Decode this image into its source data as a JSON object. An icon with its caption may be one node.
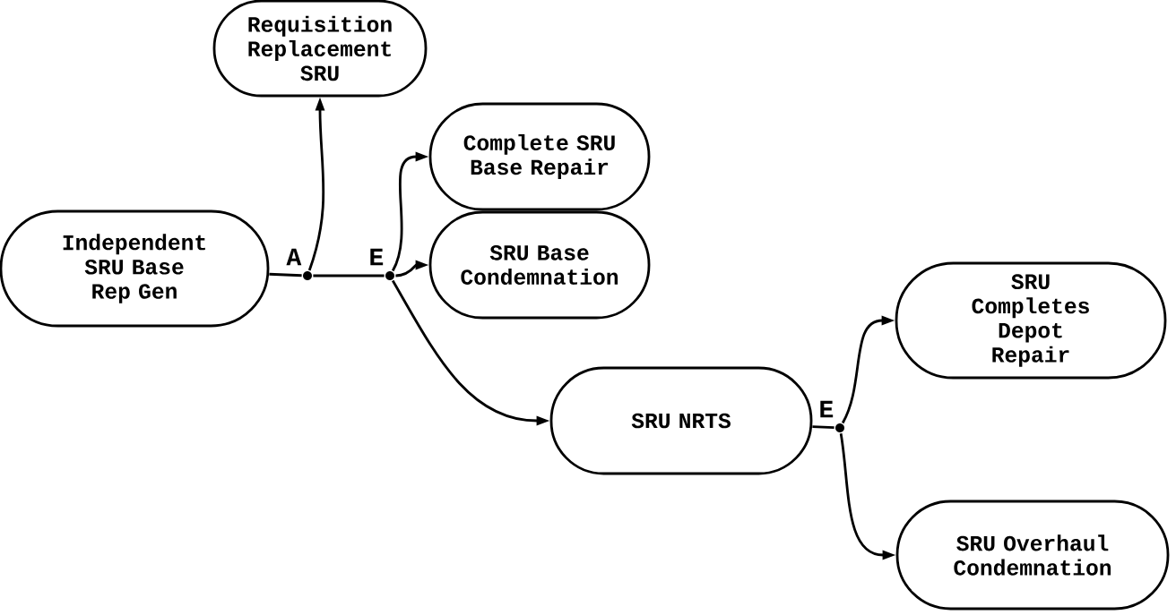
{
  "diagram": {
    "nodes": [
      {
        "text": [
          "Independent SRU Base Rep Gen"
        ]
      },
      {
        "text": [
          "Requisition Replacement SRU"
        ]
      },
      {
        "text": [
          "Complete SRU Base Repair"
        ]
      },
      {
        "text": [
          "SRU Base Condemnation"
        ]
      },
      {
        "text": [
          "SRU NRTS"
        ]
      },
      {
        "text": [
          "SRU Completes Depot Repair"
        ]
      },
      {
        "text": [
          "SRU Overhaul Condemnation"
        ]
      },
      {
        "text": [],
        "shape": "circle",
        "beside": [
          "A"
        ]
      },
      {
        "text": [],
        "shape": "circle",
        "beside": [
          "E"
        ]
      },
      {
        "text": [],
        "shape": "circle",
        "beside": [
          "E"
        ]
      }
    ],
    "edges": [
      {
        "from": 0,
        "to": 7,
        "arrow": "none"
      },
      {
        "from": 7,
        "to": 1,
        "arrow": "to"
      },
      {
        "from": 7,
        "to": 8,
        "arrow": "none"
      },
      {
        "from": 8,
        "to": 2,
        "arrow": "to"
      },
      {
        "from": 8,
        "to": 3,
        "arrow": "to"
      },
      {
        "from": 8,
        "to": 4,
        "arrow": "to"
      },
      {
        "from": 4,
        "to": 9,
        "arrow": "none"
      },
      {
        "from": 9,
        "to": 5,
        "arrow": "to"
      },
      {
        "from": 9,
        "to": 6,
        "arrow": "to"
      }
    ]
  }
}
